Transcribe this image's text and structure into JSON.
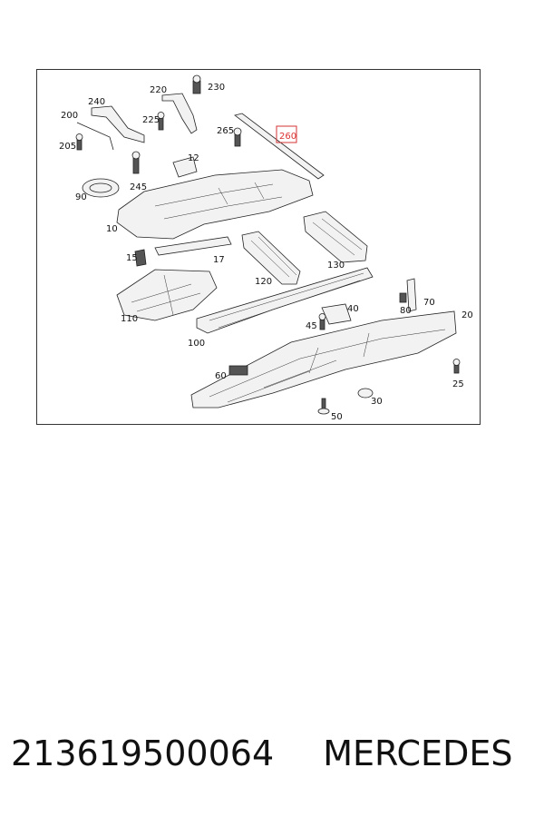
{
  "diagram": {
    "callouts": [
      {
        "id": "220",
        "label": "220"
      },
      {
        "id": "230",
        "label": "230"
      },
      {
        "id": "240",
        "label": "240"
      },
      {
        "id": "200",
        "label": "200"
      },
      {
        "id": "225",
        "label": "225"
      },
      {
        "id": "205",
        "label": "205"
      },
      {
        "id": "265",
        "label": "265"
      },
      {
        "id": "260",
        "label": "260",
        "highlighted": true
      },
      {
        "id": "12",
        "label": "12"
      },
      {
        "id": "245",
        "label": "245"
      },
      {
        "id": "90",
        "label": "90"
      },
      {
        "id": "10",
        "label": "10"
      },
      {
        "id": "15",
        "label": "15"
      },
      {
        "id": "17",
        "label": "17"
      },
      {
        "id": "130",
        "label": "130"
      },
      {
        "id": "120",
        "label": "120"
      },
      {
        "id": "110",
        "label": "110"
      },
      {
        "id": "70",
        "label": "70"
      },
      {
        "id": "80",
        "label": "80"
      },
      {
        "id": "40",
        "label": "40"
      },
      {
        "id": "20",
        "label": "20"
      },
      {
        "id": "45",
        "label": "45"
      },
      {
        "id": "100",
        "label": "100"
      },
      {
        "id": "60",
        "label": "60"
      },
      {
        "id": "25",
        "label": "25"
      },
      {
        "id": "30",
        "label": "30"
      },
      {
        "id": "50",
        "label": "50"
      }
    ],
    "highlight_color": "#d33333"
  },
  "caption": {
    "part_number": "213619500064",
    "brand": "MERCEDES"
  }
}
